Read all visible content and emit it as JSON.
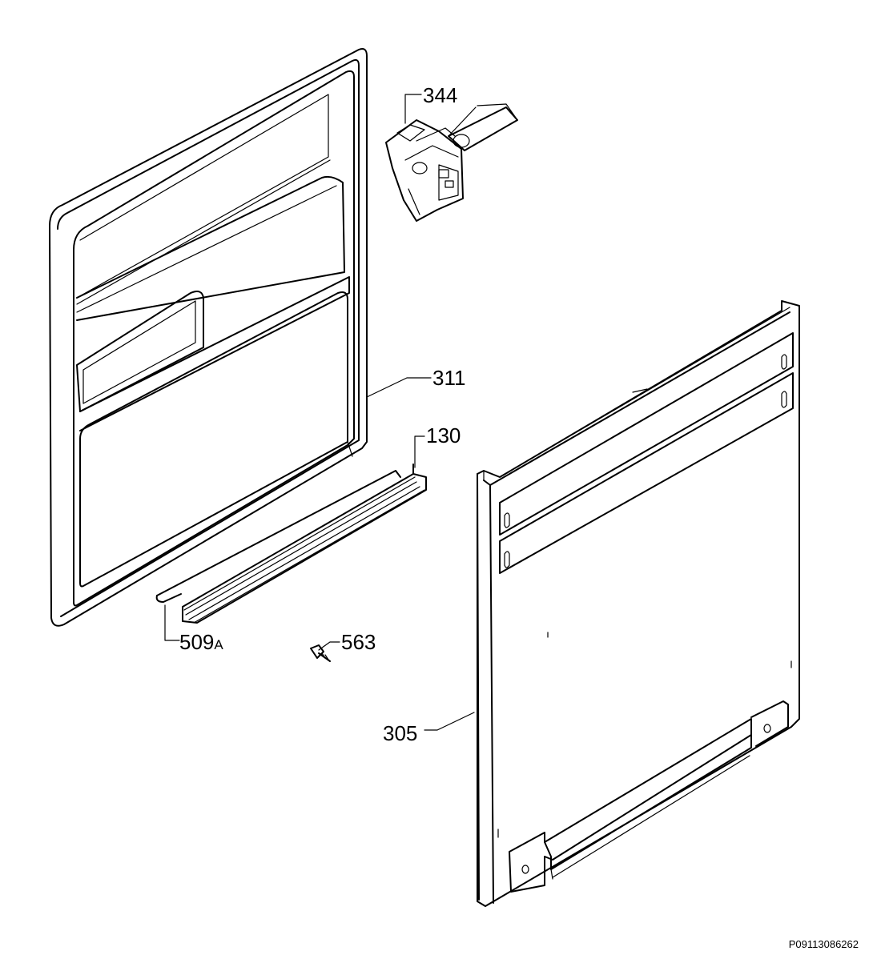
{
  "callouts": {
    "p344": "344",
    "p311": "311",
    "p130": "130",
    "p509_num": "509",
    "p509_suffix": "A",
    "p563": "563",
    "p305": "305"
  },
  "drawing_code": "P09113086262"
}
